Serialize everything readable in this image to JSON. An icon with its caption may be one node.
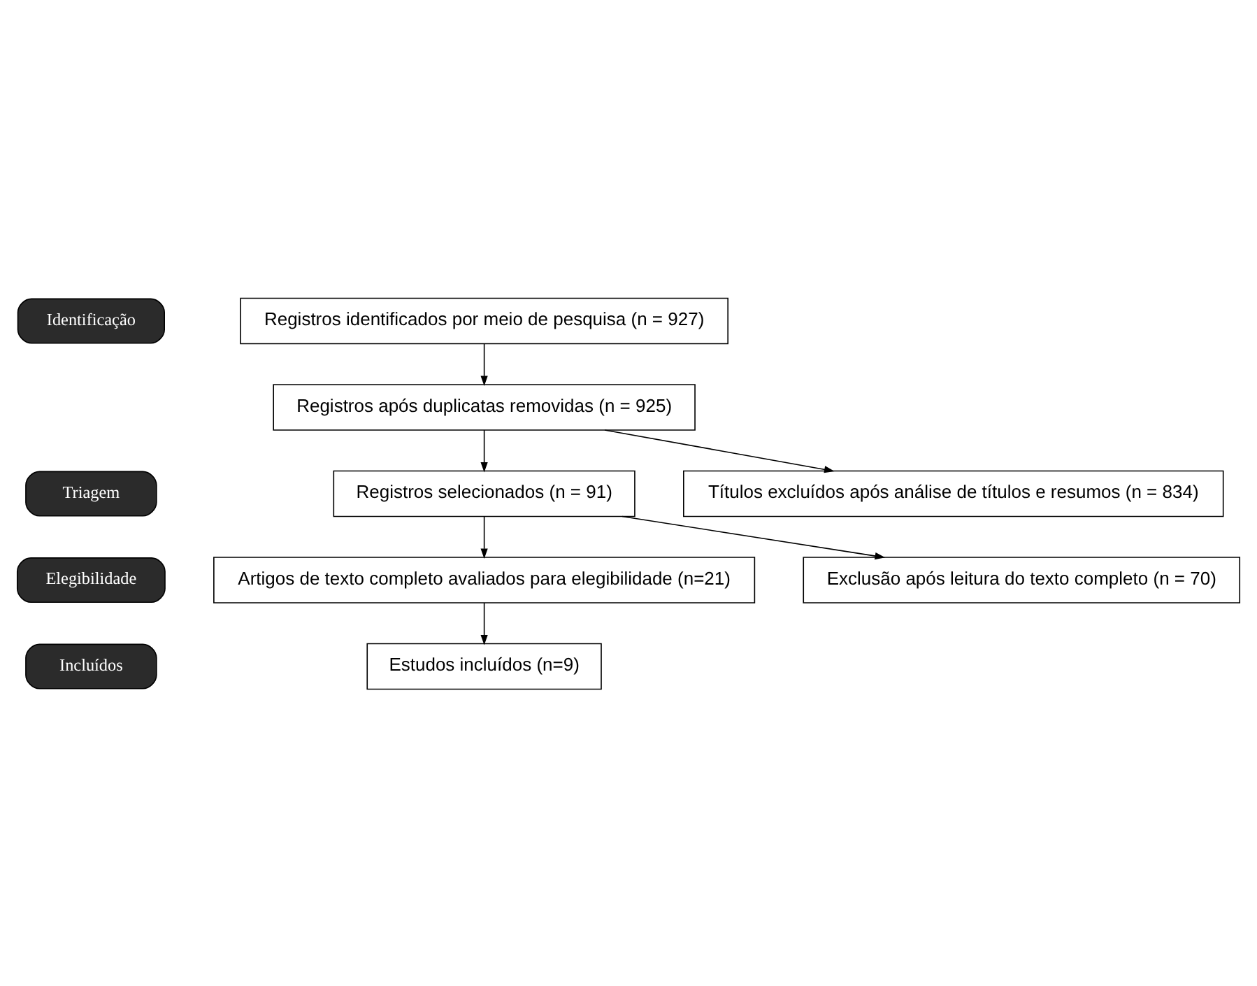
{
  "diagram": {
    "nodes": [
      {
        "text": [
          "Identificação"
        ]
      },
      {
        "text": [
          "Triagem"
        ]
      },
      {
        "text": [
          "Elegibilidade"
        ]
      },
      {
        "text": [
          "Incluídos"
        ]
      },
      {
        "text": [
          "Registros identificados por meio de pesquisa (n = 927)"
        ]
      },
      {
        "text": [
          "Registros após duplicatas removidas (n = 925)"
        ]
      },
      {
        "text": [
          "Registros selecionados (n = 91)"
        ]
      },
      {
        "text": [
          "Títulos excluídos após análise de títulos e resumos (n = 834)"
        ]
      },
      {
        "text": [
          "Artigos de texto completo avaliados para elegibilidade (n=21)"
        ]
      },
      {
        "text": [
          "Exclusão após leitura do texto completo (n = 70)"
        ]
      },
      {
        "text": [
          "Estudos incluídos (n=9)"
        ]
      }
    ],
    "edges": [
      {
        "from": 4,
        "to": 5,
        "arrow": "to"
      },
      {
        "from": 5,
        "to": 6,
        "arrow": "to"
      },
      {
        "from": 5,
        "to": 7,
        "arrow": "to"
      },
      {
        "from": 6,
        "to": 8,
        "arrow": "to"
      },
      {
        "from": 6,
        "to": 9,
        "arrow": "to"
      },
      {
        "from": 8,
        "to": 10,
        "arrow": "to"
      }
    ]
  }
}
